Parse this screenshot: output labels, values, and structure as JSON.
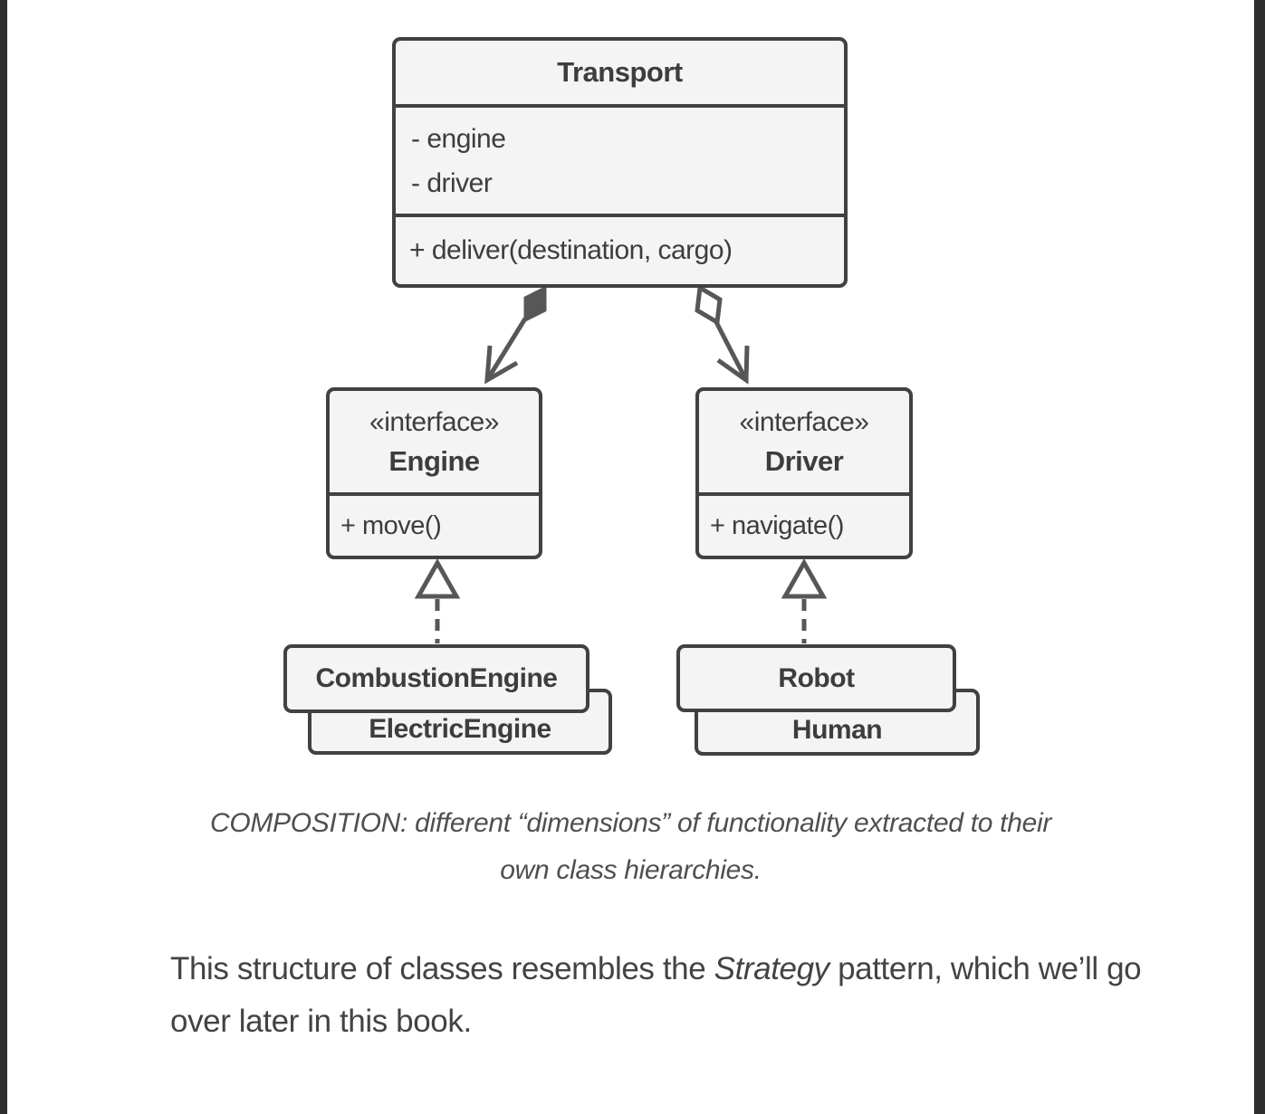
{
  "colors": {
    "frame_bar": "#2e2e2e",
    "background": "#ffffff",
    "box_fill": "#f4f4f4",
    "box_border": "#414141",
    "connector": "#575757",
    "diagram_text": "#3d3d3d",
    "caption_text": "#4f4f4f",
    "body_text": "#434343"
  },
  "diagram": {
    "transport": {
      "title": "Transport",
      "fields": [
        "- engine",
        "- driver"
      ],
      "method": "+ deliver(destination, cargo)"
    },
    "engine_interface": {
      "stereotype": "«interface»",
      "name": "Engine",
      "method": "+ move()"
    },
    "driver_interface": {
      "stereotype": "«interface»",
      "name": "Driver",
      "method": "+ navigate()"
    },
    "engine_implementations": {
      "front": "CombustionEngine",
      "back": "ElectricEngine"
    },
    "driver_implementations": {
      "front": "Robot",
      "back": "Human"
    },
    "relationships": [
      {
        "from": "Transport",
        "to": "Engine",
        "type": "composition-filled-diamond"
      },
      {
        "from": "Transport",
        "to": "Driver",
        "type": "aggregation-hollow-diamond"
      },
      {
        "from": "CombustionEngine",
        "to": "Engine",
        "type": "realization-dashed-triangle"
      },
      {
        "from": "Robot",
        "to": "Driver",
        "type": "realization-dashed-triangle"
      }
    ]
  },
  "caption": {
    "line1": "COMPOSITION: different “dimensions” of functionality extracted to their",
    "line2": "own class hierarchies."
  },
  "paragraph": {
    "before_italic": "This structure of classes resembles the ",
    "italic_word": "Strategy",
    "after_italic": " pattern, which we’ll go over later in this book."
  }
}
